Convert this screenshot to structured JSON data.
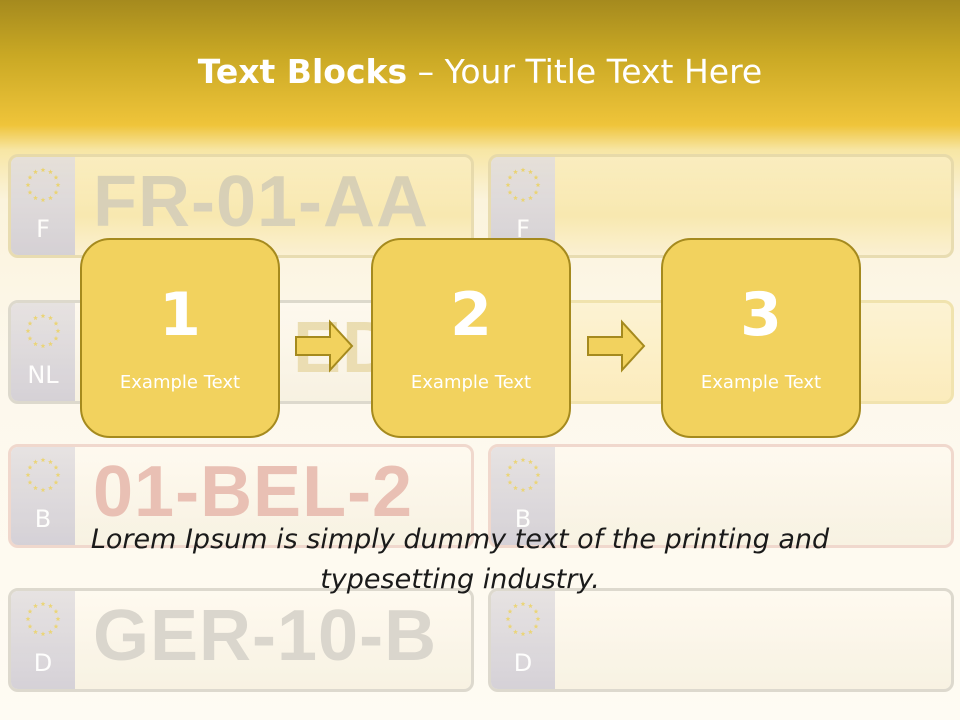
{
  "slide": {
    "title_bold": "Text Blocks",
    "title_separator": " – ",
    "title_rest": "Your Title Text Here",
    "body": "Lorem Ipsum is simply dummy text of the printing and typesetting industry."
  },
  "blocks": [
    {
      "number": "1",
      "label": "Example Text"
    },
    {
      "number": "2",
      "label": "Example Text"
    },
    {
      "number": "3",
      "label": "Example Text"
    }
  ],
  "plates": [
    {
      "country": "F",
      "registration": "FR-01-AA"
    },
    {
      "country": "F",
      "registration": ""
    },
    {
      "country": "NL",
      "registration": "ED"
    },
    {
      "country": "",
      "registration": ""
    },
    {
      "country": "B",
      "registration": "01-BEL-2"
    },
    {
      "country": "B",
      "registration": ""
    },
    {
      "country": "D",
      "registration": "GER-10-B"
    },
    {
      "country": "D",
      "registration": ""
    }
  ],
  "colors": {
    "header_dark": "#a58a1e",
    "header_gold": "#efc43a",
    "block_fill": "#f2d25e",
    "block_border": "#a58a1e",
    "arrow_fill": "#f2d25e"
  }
}
